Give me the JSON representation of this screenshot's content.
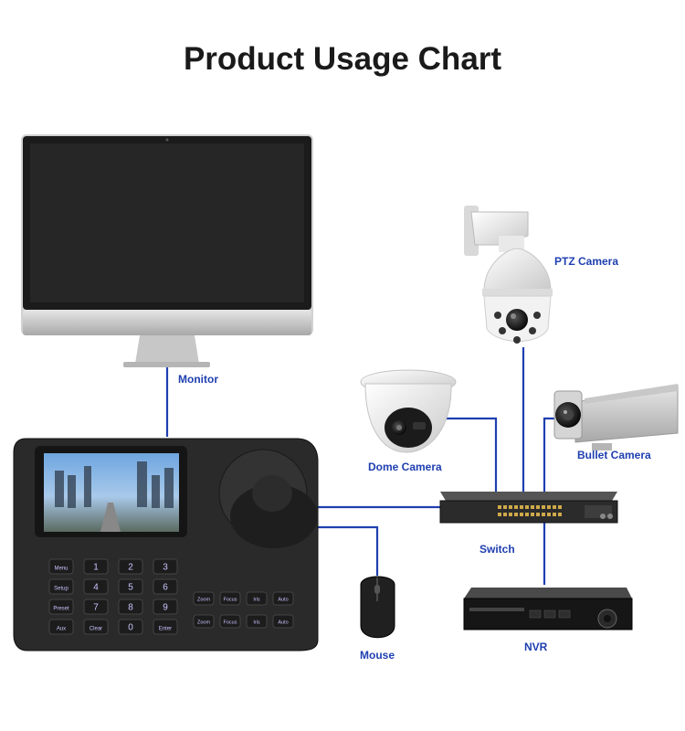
{
  "title": "Product Usage Chart",
  "labels": {
    "monitor": "Monitor",
    "ptz_camera": "PTZ Camera",
    "dome_camera": "Dome Camera",
    "bullet_camera": "Bullet Camera",
    "switch": "Switch",
    "nvr": "NVR",
    "mouse": "Mouse"
  },
  "keypad": {
    "number_keys": [
      "Menu",
      "1",
      "2",
      "3",
      "Setup",
      "4",
      "5",
      "6",
      "Preset",
      "7",
      "8",
      "9",
      "Aux",
      "Clear",
      "0",
      "Enter"
    ],
    "function_keys": [
      "Zoom",
      "Focus",
      "Iris",
      "Auto",
      "Zoom",
      "Focus",
      "Iris",
      "Auto"
    ]
  },
  "colors": {
    "connector": "#1f3fb0",
    "label": "#1f3fb0",
    "title": "#1a1a1a"
  }
}
